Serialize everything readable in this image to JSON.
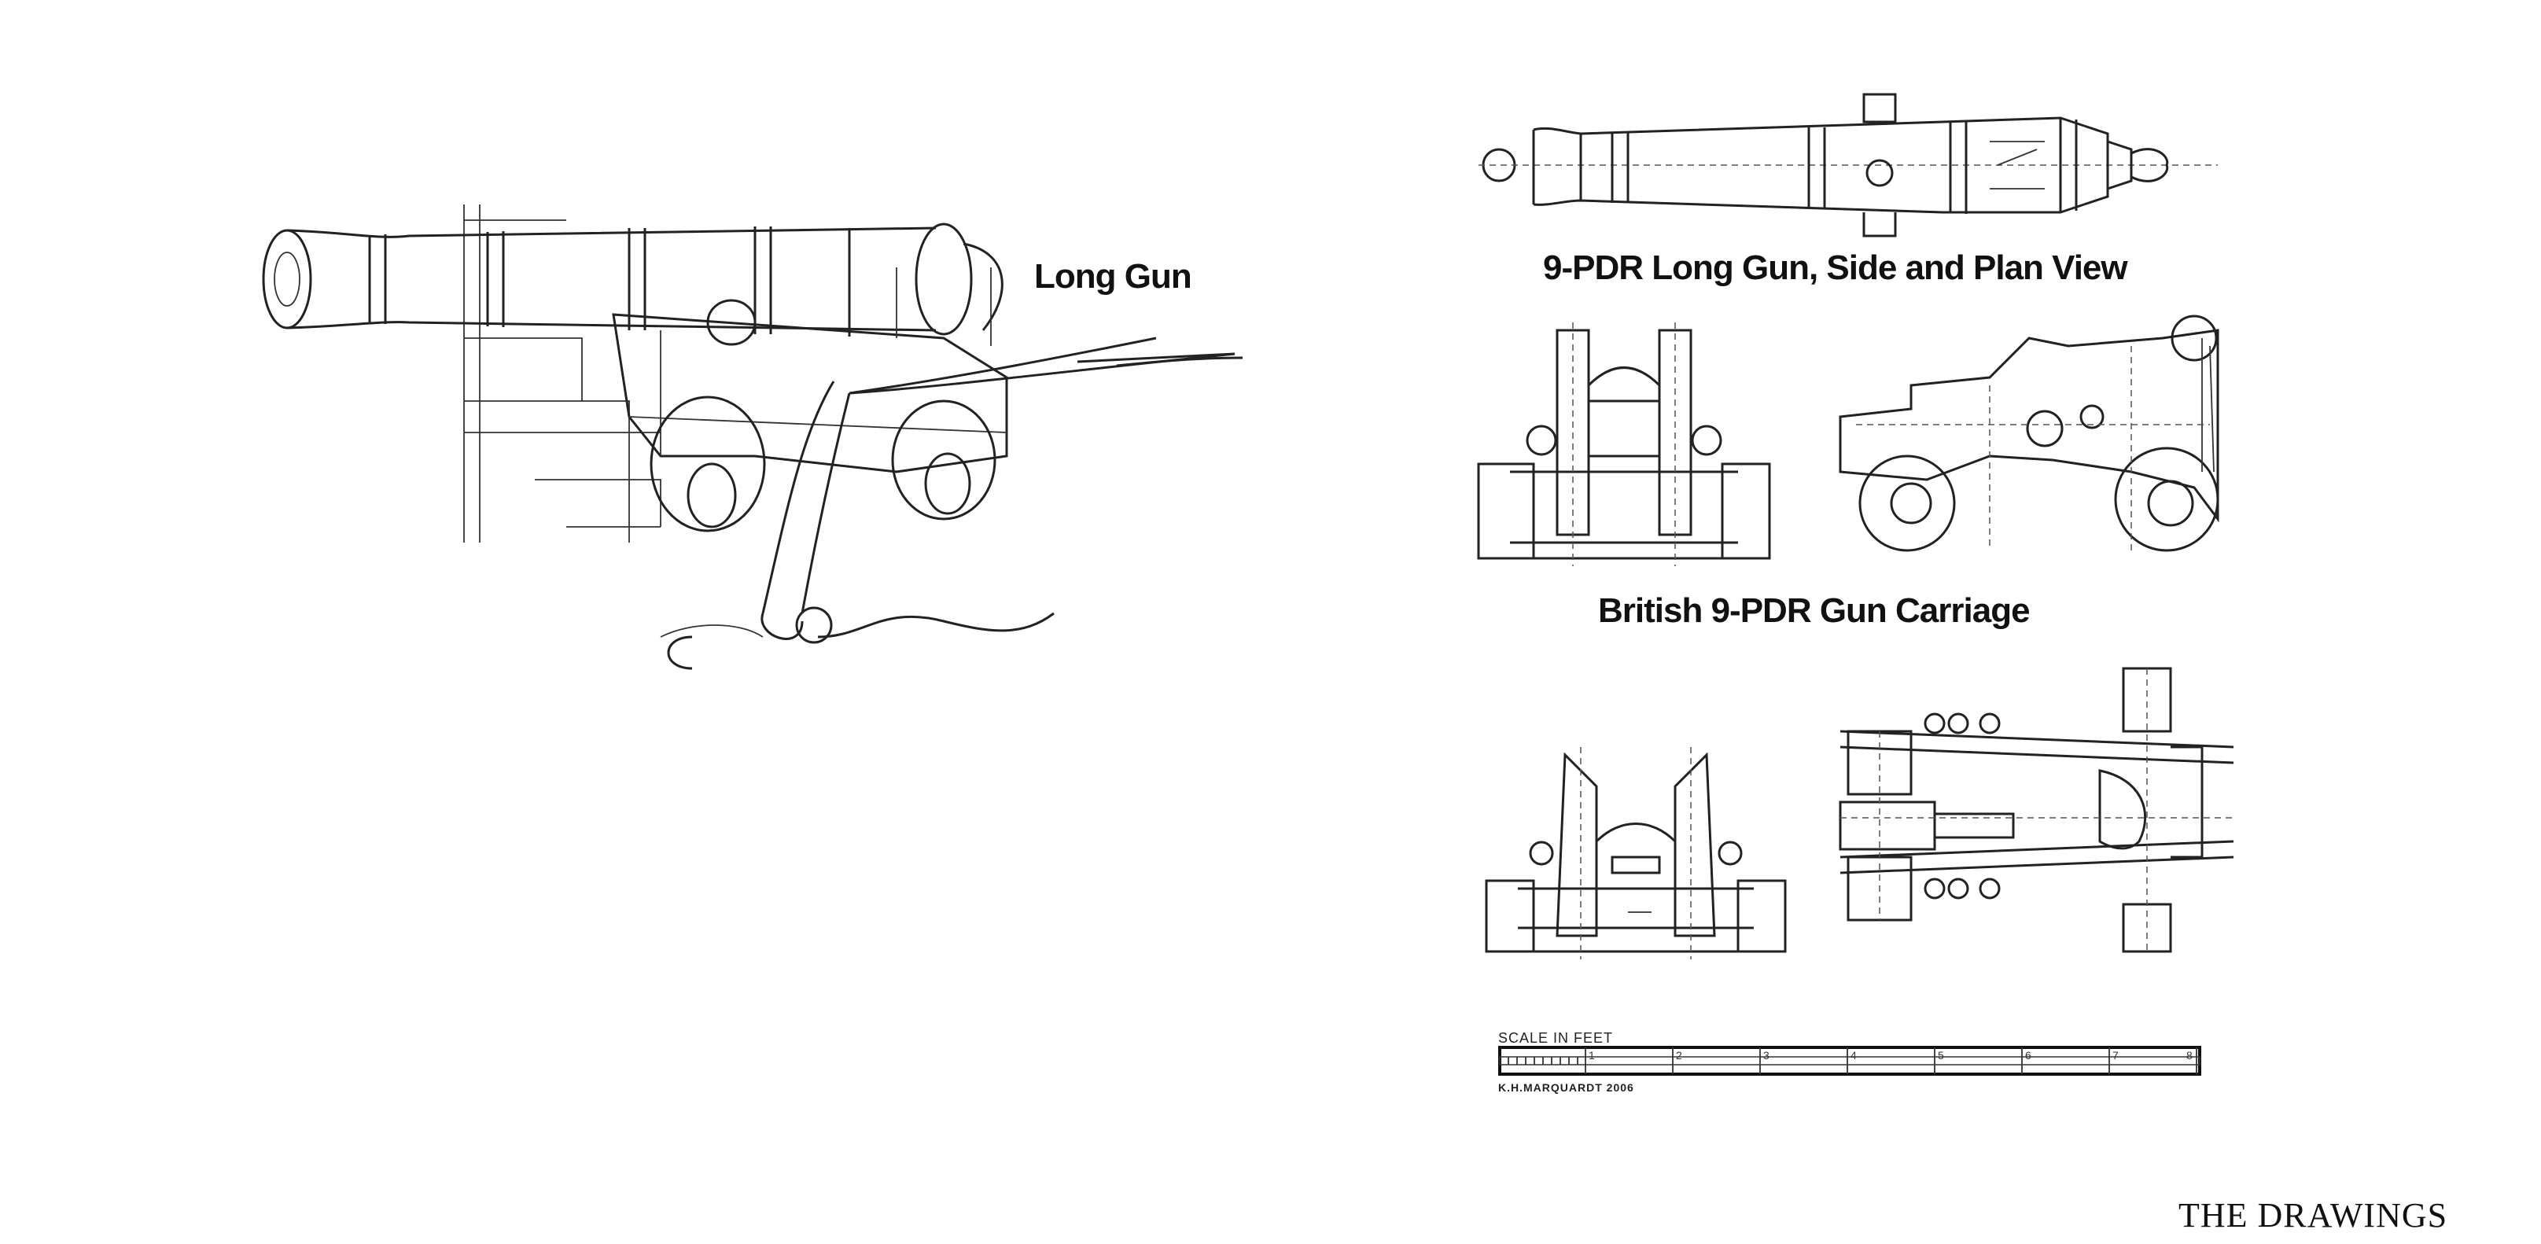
{
  "captions": {
    "long_gun": "Long Gun",
    "side_plan": "9-PDR Long Gun, Side and Plan View",
    "carriage": "British 9-PDR Gun Carriage"
  },
  "scale": {
    "label": "SCALE IN FEET",
    "credit": "K.H.MARQUARDT 2006",
    "ticks": [
      "1",
      "2",
      "3",
      "4",
      "5",
      "6",
      "7",
      "8"
    ]
  },
  "footer": {
    "section_title": "THE DRAWINGS"
  }
}
